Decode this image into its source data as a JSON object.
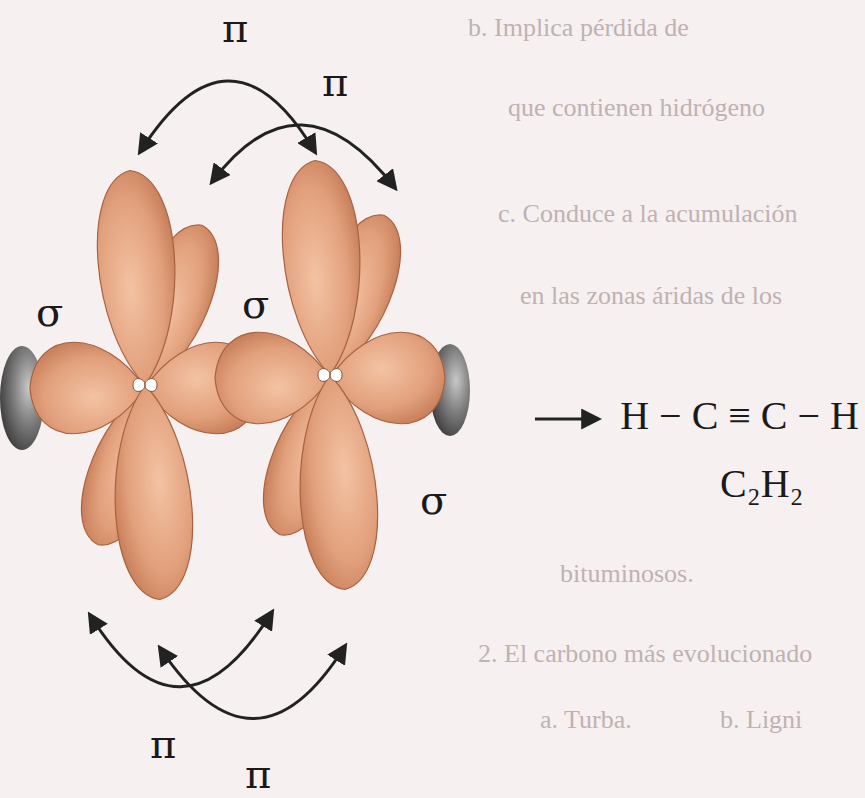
{
  "diagram": {
    "labels": [
      "π",
      "π",
      "π",
      "π",
      "σ",
      "σ",
      "σ",
      "H − C ≡ C − H",
      "C₂H₂",
      "b. Implica pérdida de",
      "que contienen hidrógeno",
      "c. Conduce a la acumulación",
      "en las zonas áridas de los",
      "bituminosos.",
      "2. El carbono más evolucionado",
      "a. Turba.",
      "b. Ligni"
    ]
  }
}
